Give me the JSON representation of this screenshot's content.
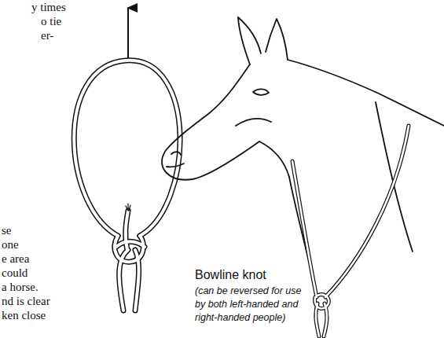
{
  "diagram": {
    "caption": "Bowline knot",
    "labels": [
      "y times",
      "o tie",
      "er-",
      "se",
      "one",
      "e area",
      "could",
      "a horse.",
      "nd is clear",
      "ken close",
      "(can be reversed for use by both left-handed and right-handed people)"
    ]
  }
}
